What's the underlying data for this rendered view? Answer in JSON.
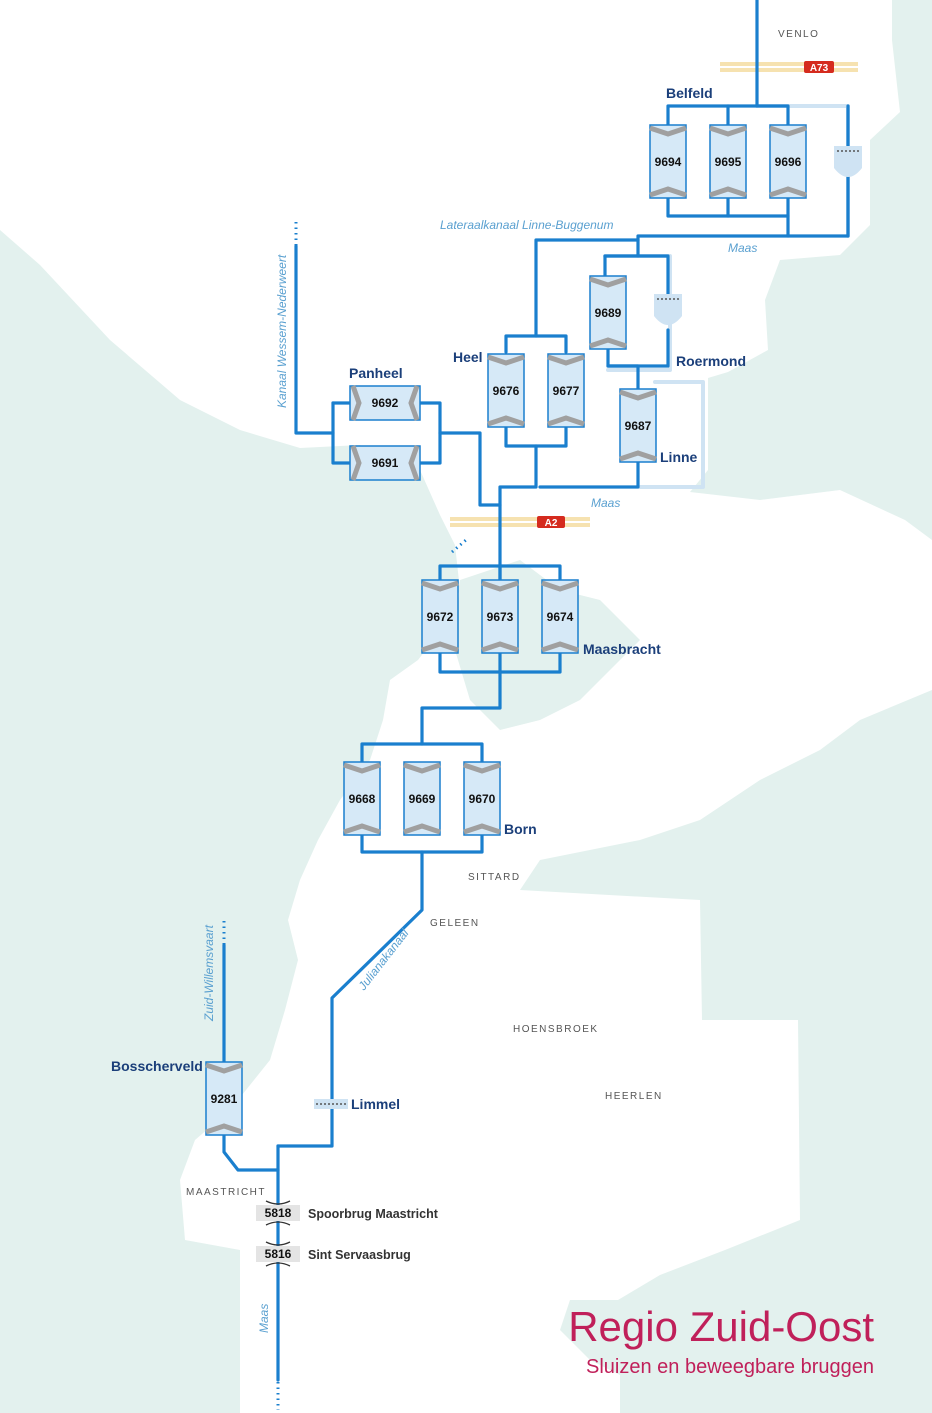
{
  "title": "Regio Zuid-Oost",
  "subtitle": "Sluizen en beweegbare bruggen",
  "colors": {
    "land": "#e3f1ee",
    "water": "#1a7fce",
    "water_light": "#cfe3f3",
    "lock_fill": "#d6e9f7",
    "lock_gate": "#a0a0a0",
    "place": "#1b3f7a",
    "title": "#c0205a",
    "road": "#f6e2b0",
    "road_badge": "#d52b1e"
  },
  "icons": {
    "lock": "lock-icon",
    "weir": "weir-icon",
    "bridge": "bridge-icon"
  },
  "cities": {
    "venlo": "VENLO",
    "sittard": "SITTARD",
    "geleen": "GELEEN",
    "hoensbroek": "HOENSBROEK",
    "heerlen": "HEERLEN",
    "maastricht": "MAASTRICHT"
  },
  "places": {
    "belfeld": "Belfeld",
    "roermond": "Roermond",
    "heel": "Heel",
    "linne": "Linne",
    "panheel": "Panheel",
    "maasbracht": "Maasbracht",
    "born": "Born",
    "bosscherveld": "Bosscherveld",
    "limmel": "Limmel"
  },
  "waterways": {
    "lateraal": "Lateraalkanaal Linne-Buggenum",
    "maas_1": "Maas",
    "maas_2": "Maas",
    "maas_3": "Maas",
    "wessem": "Kanaal Wessem-Nederweert",
    "juliana": "Julianakanaal",
    "zuid_willems": "Zuid-Willemsvaart"
  },
  "roads": {
    "a73": "A73",
    "a2": "A2"
  },
  "locks": {
    "l9694": "9694",
    "l9695": "9695",
    "l9696": "9696",
    "l9689": "9689",
    "l9687": "9687",
    "l9676": "9676",
    "l9677": "9677",
    "l9692": "9692",
    "l9691": "9691",
    "l9672": "9672",
    "l9673": "9673",
    "l9674": "9674",
    "l9668": "9668",
    "l9669": "9669",
    "l9670": "9670",
    "l9281": "9281"
  },
  "bridges": {
    "b5818": {
      "number": "5818",
      "name": "Spoorbrug Maastricht"
    },
    "b5816": {
      "number": "5816",
      "name": "Sint Servaasbrug"
    }
  }
}
